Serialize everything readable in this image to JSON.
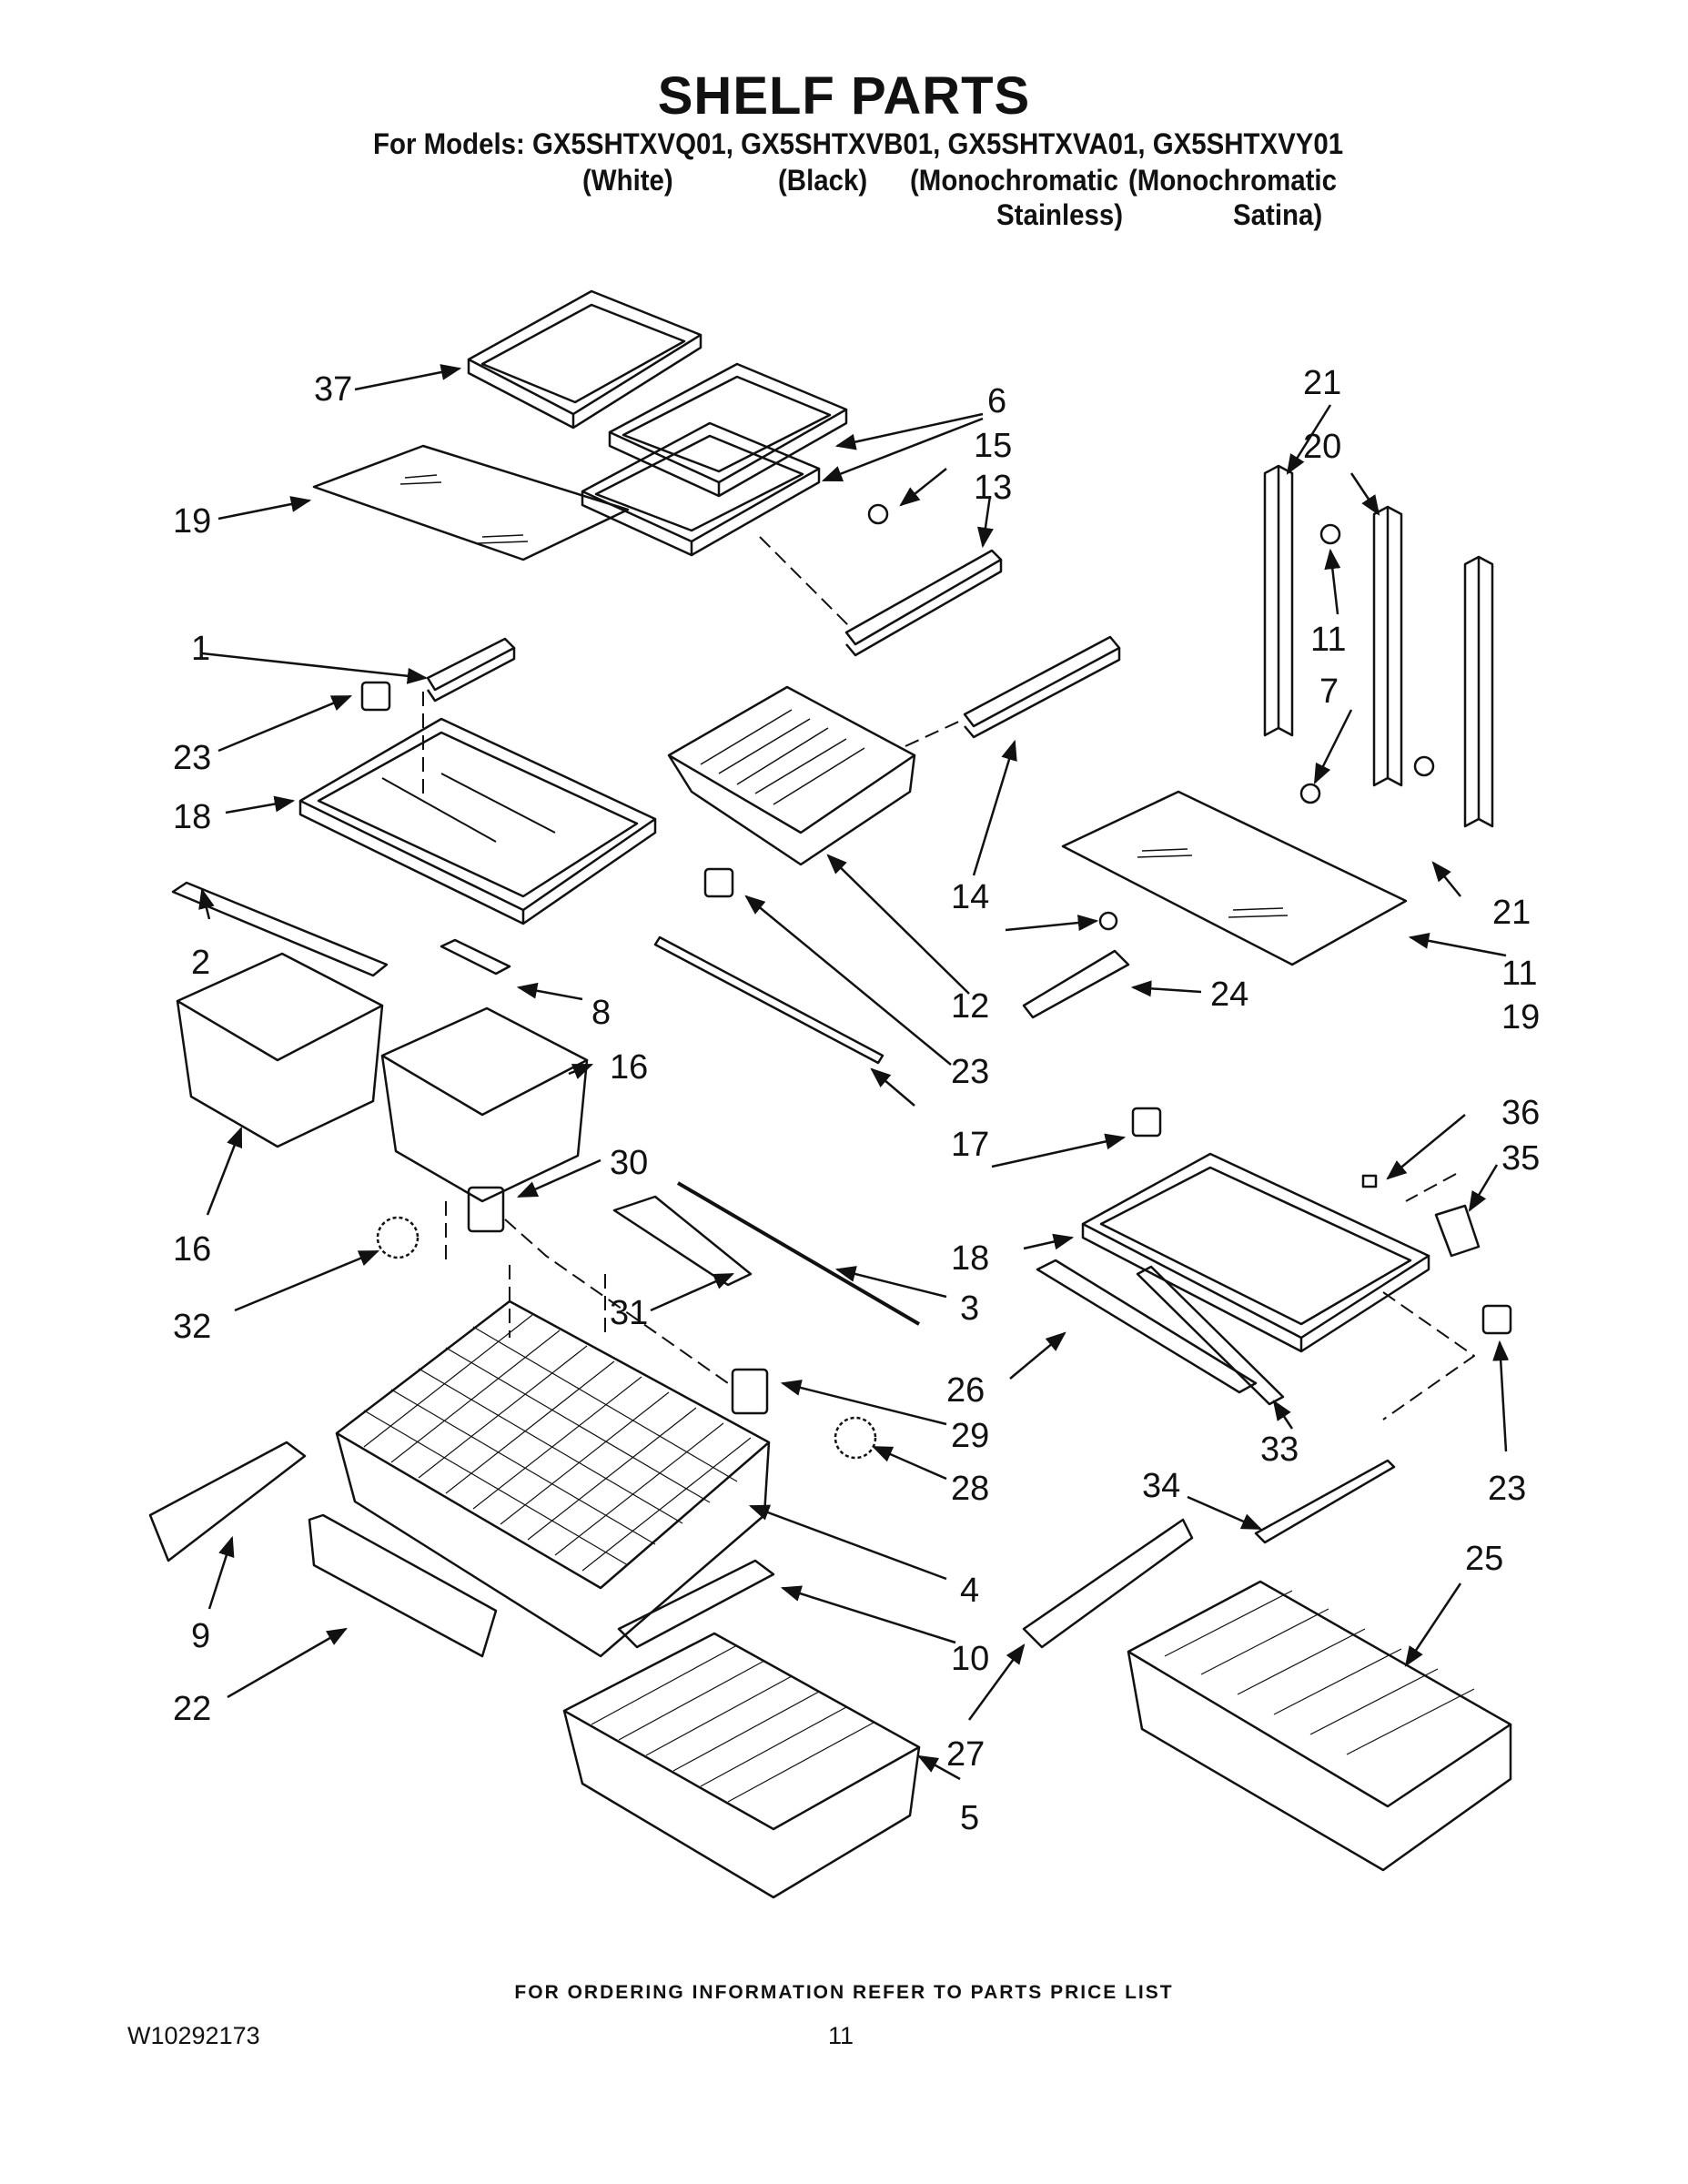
{
  "title": "SHELF PARTS",
  "models_line": "For Models: GX5SHTXVQ01, GX5SHTXVB01, GX5SHTXVA01, GX5SHTXVY01",
  "variants": {
    "white": "(White)",
    "black": "(Black)",
    "mono_stainless_1": "(Monochromatic",
    "mono_stainless_2": "Stainless)",
    "mono_satina_1": "(Monochromatic",
    "mono_satina_2": "Satina)"
  },
  "callouts": [
    "37",
    "6",
    "15",
    "13",
    "19",
    "21",
    "20",
    "11",
    "7",
    "1",
    "23",
    "18",
    "14",
    "12",
    "2",
    "8",
    "16",
    "17",
    "24",
    "21",
    "11",
    "19",
    "23",
    "30",
    "36",
    "35",
    "16",
    "18",
    "32",
    "31",
    "3",
    "26",
    "33",
    "29",
    "28",
    "23",
    "34",
    "9",
    "4",
    "10",
    "25",
    "22",
    "27",
    "5"
  ],
  "footer": {
    "ordering_note": "FOR ORDERING INFORMATION REFER TO PARTS PRICE LIST",
    "document_number": "W10292173",
    "page_number": "11"
  }
}
